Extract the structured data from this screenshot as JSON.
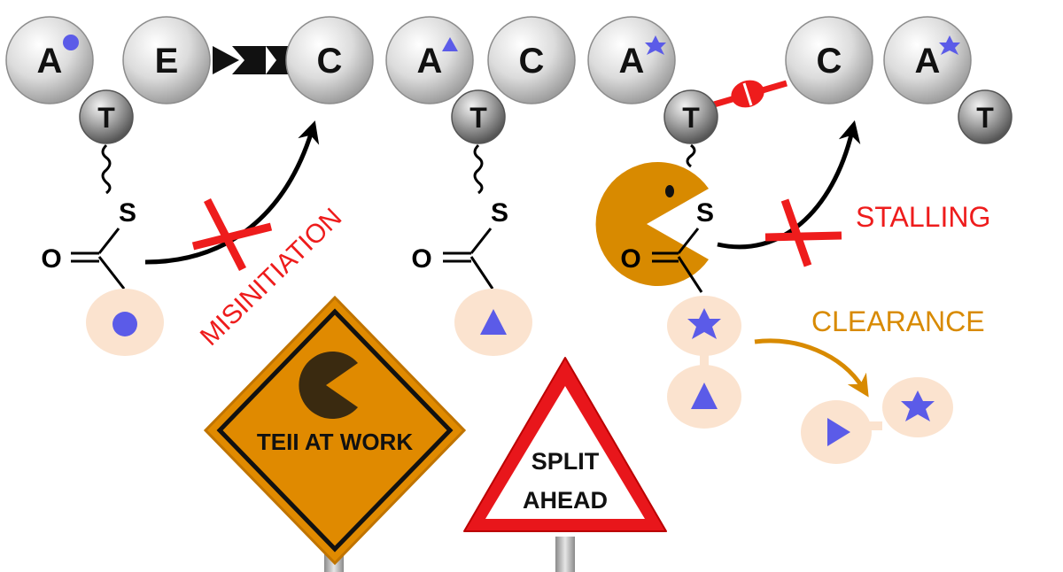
{
  "modules": {
    "a1": "A",
    "e": "E",
    "c1": "C",
    "a2": "A",
    "c2": "C",
    "a3": "A",
    "c3": "C",
    "a4": "A",
    "t1": "T",
    "t2": "T",
    "t3": "T",
    "t4": "T"
  },
  "thioester": {
    "s1": "S",
    "o1": "O",
    "s2": "S",
    "o2": "O",
    "s3": "S",
    "o3": "O"
  },
  "labels": {
    "misinitiation": "MISINITIATION",
    "stalling": "STALLING",
    "clearance": "CLEARANCE"
  },
  "signs": {
    "teii_line1": "TEII AT WORK",
    "split_line1": "SPLIT",
    "split_line2": "AHEAD"
  },
  "colors": {
    "module_fill": "#dcdcdc",
    "thiolation_fill": "#9a9a9a",
    "substrate_bubble": "#fbe3cf",
    "substrate_mark": "#5b5be8",
    "teii_orange": "#d88a00",
    "error_red": "#ee1c1c",
    "sign_yellow": "#e08a00",
    "sign_red": "#e8161b"
  },
  "icons": [
    "circle-substrate-icon",
    "triangle-substrate-icon",
    "star-substrate-icon",
    "pacman-icon",
    "cross-icon",
    "arrow-icon"
  ]
}
